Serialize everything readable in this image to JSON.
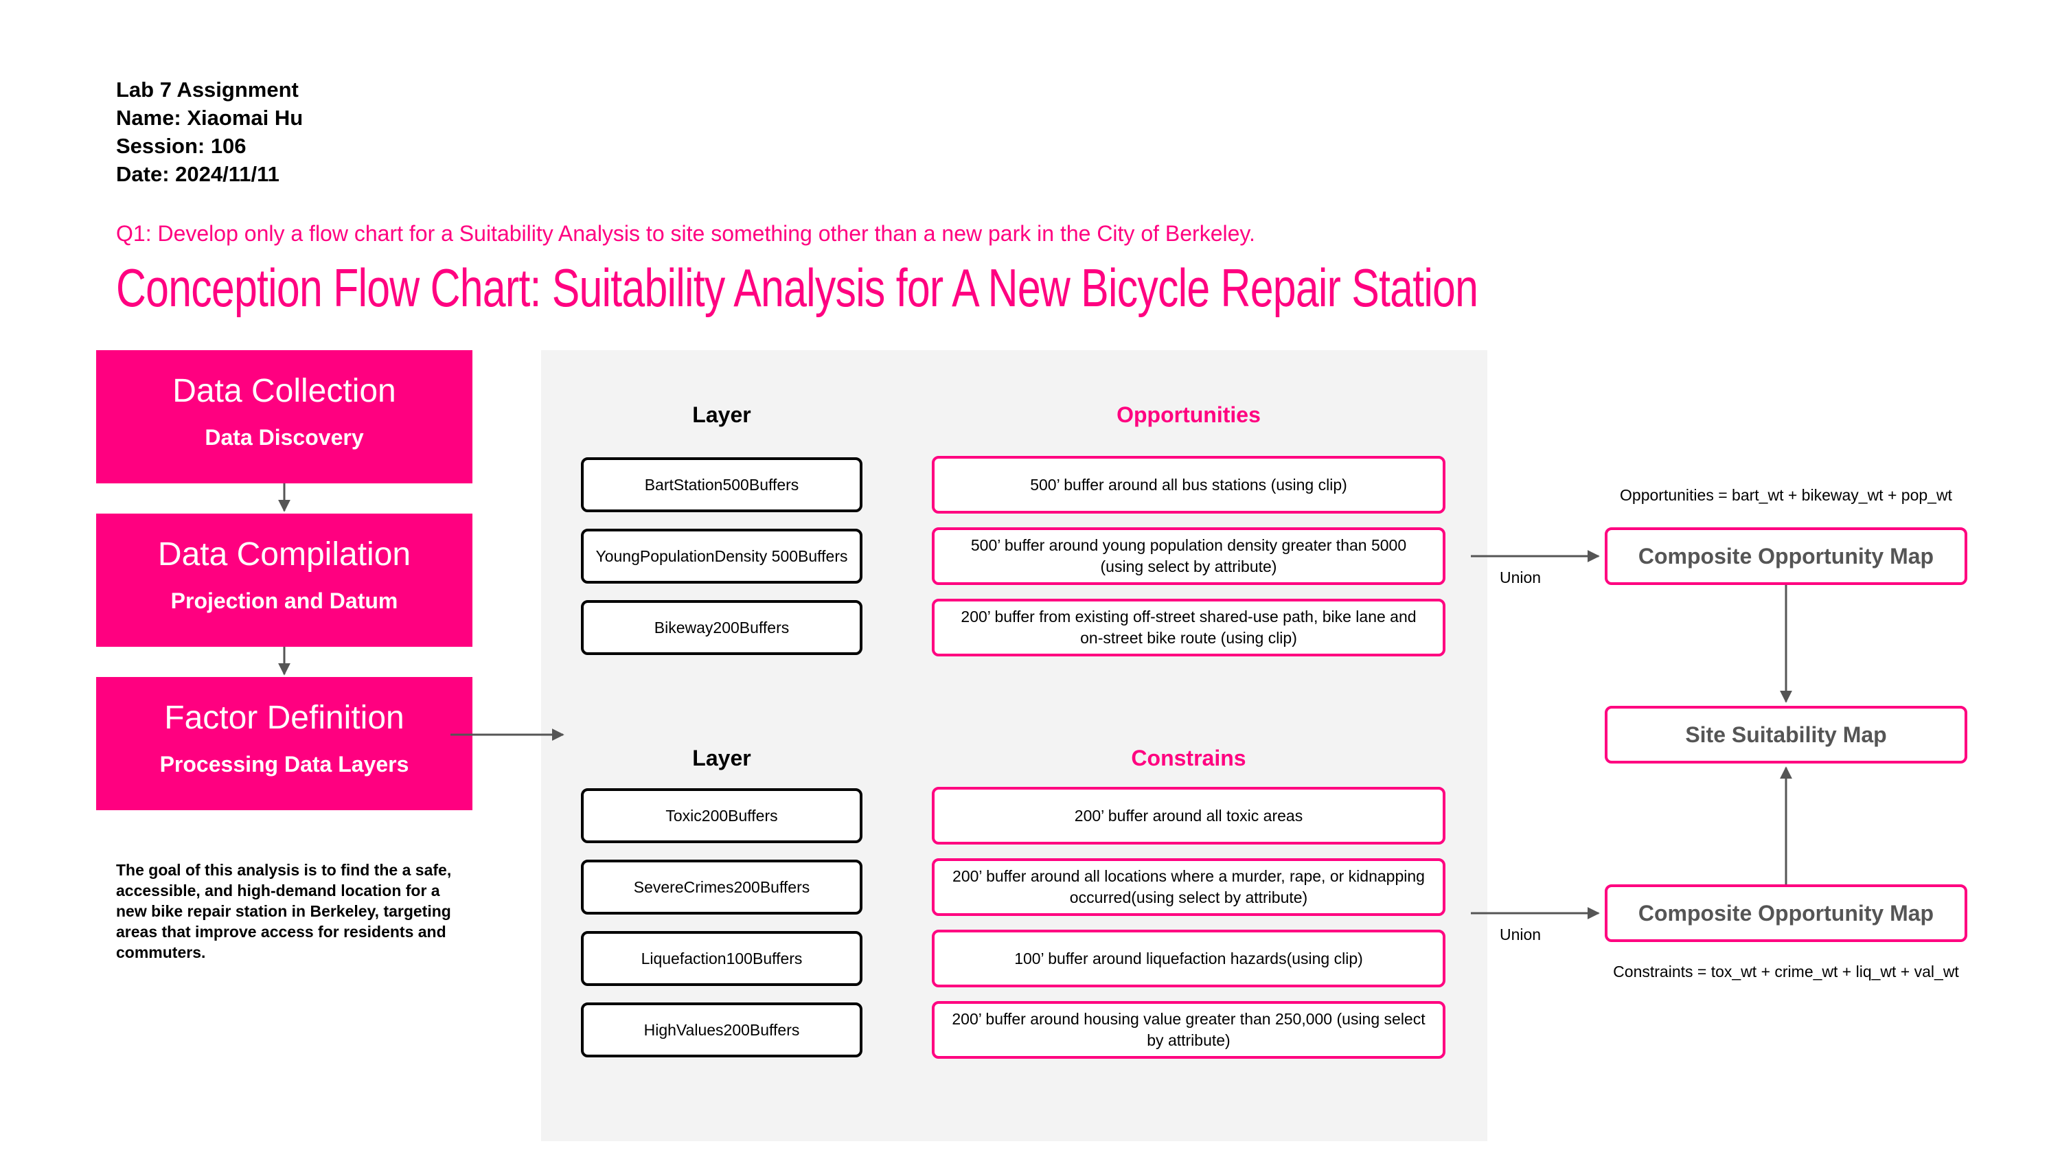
{
  "header": {
    "lines": [
      "Lab 7 Assignment",
      "Name: Xiaomai Hu",
      "Session: 106",
      "Date: 2024/11/11"
    ]
  },
  "question": "Q1: Develop only a flow chart for a Suitability Analysis to site something other than a new park in the City of Berkeley.",
  "title": "Conception Flow Chart: Suitability Analysis for A New Bicycle Repair Station",
  "steps": [
    {
      "title": "Data Collection",
      "subtitle": "Data Discovery"
    },
    {
      "title": "Data Compilation",
      "subtitle": "Projection and Datum"
    },
    {
      "title": "Factor Definition",
      "subtitle": "Processing Data Layers"
    }
  ],
  "goal": "The goal of this analysis is to find the a safe, accessible, and high-demand location for a new bike repair station in Berkeley, targeting areas that improve access for residents and commuters.",
  "opportunities": {
    "layer_header": "Layer",
    "header": "Opportunities",
    "layers": [
      "BartStation500Buffers",
      "YoungPopulationDensity 500Buffers",
      "Bikeway200Buffers"
    ],
    "descriptions": [
      "500’ buffer around all bus stations (using clip)",
      "500’ buffer around young population density greater than 5000 (using select by attribute)",
      "200’ buffer from existing off-street shared-use path, bike lane and on-street bike route (using clip)"
    ]
  },
  "constraints": {
    "layer_header": "Layer",
    "header": "Constrains",
    "layers": [
      "Toxic200Buffers",
      "SevereCrimes200Buffers",
      "Liquefaction100Buffers",
      "HighValues200Buffers"
    ],
    "descriptions": [
      "200’ buffer around all toxic areas",
      "200’ buffer around all locations where a murder, rape, or kidnapping occurred(using select by attribute)",
      "100’ buffer around liquefaction hazards(using clip)",
      "200’ buffer around housing value greater than 250,000 (using select by attribute)"
    ]
  },
  "outputs": {
    "opportunity_formula": "Opportunities = bart_wt + bikeway_wt + pop_wt",
    "top_map": "Composite Opportunity Map",
    "site_map": "Site Suitability Map",
    "bottom_map": "Composite Opportunity Map",
    "constraint_formula": "Constraints = tox_wt + crime_wt + liq_wt + val_wt",
    "union_top": "Union",
    "union_bottom": "Union"
  },
  "colors": {
    "accent": "#ff0080",
    "panel": "#f3f3f3",
    "arrow": "#555555"
  }
}
